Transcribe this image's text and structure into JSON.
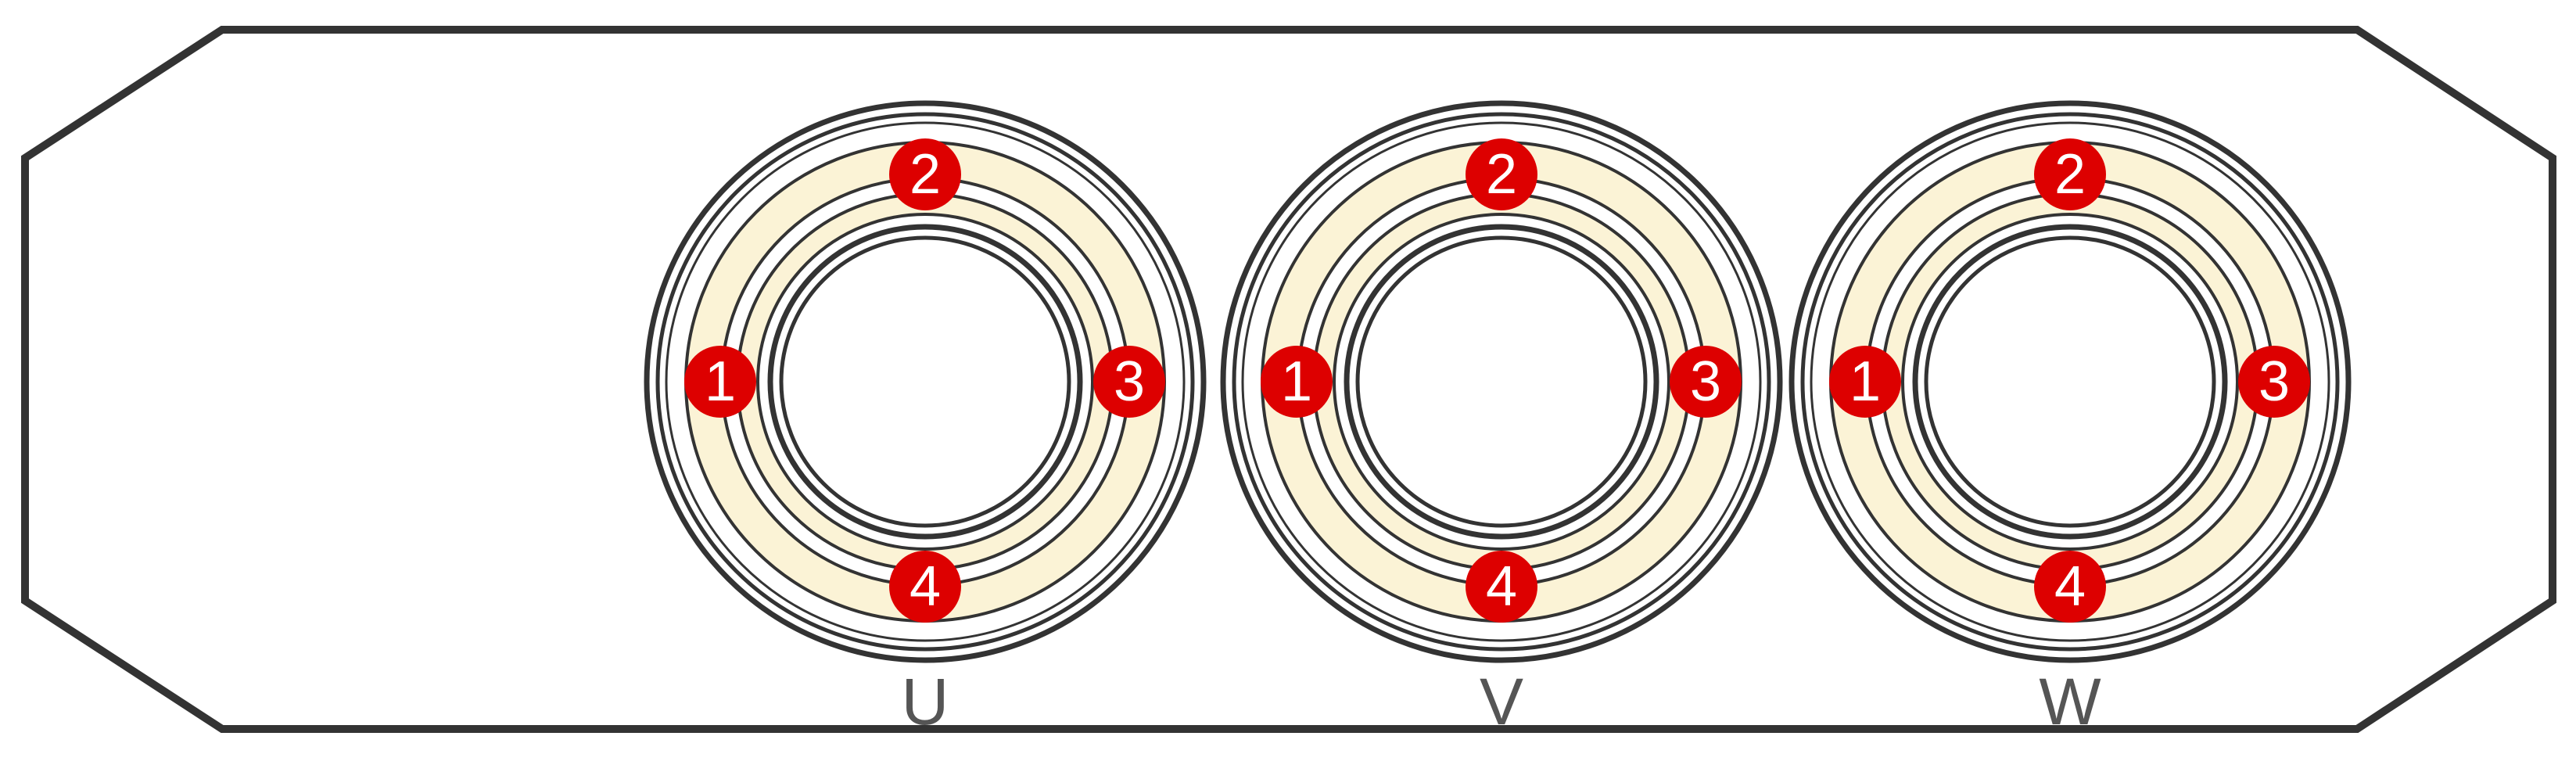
{
  "colors": {
    "outline": "#333333",
    "ring_fill": "#fbf3d6",
    "marker": "#dd0000",
    "marker_text": "#ffffff",
    "label": "#555555"
  },
  "phases": [
    {
      "label": "U",
      "markers": [
        "1",
        "2",
        "3",
        "4"
      ]
    },
    {
      "label": "V",
      "markers": [
        "1",
        "2",
        "3",
        "4"
      ]
    },
    {
      "label": "W",
      "markers": [
        "1",
        "2",
        "3",
        "4"
      ]
    }
  ]
}
